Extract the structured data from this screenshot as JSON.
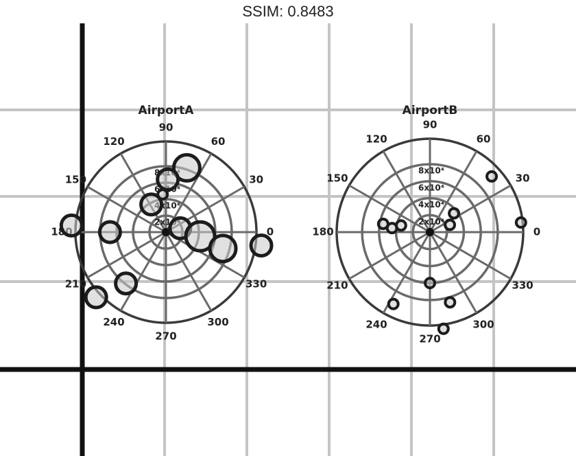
{
  "header": {
    "title": "SSIM: 0.8483"
  },
  "chart_data": [
    {
      "type": "scatter",
      "subtype": "polar",
      "title": "AirportA",
      "angular_ticks": [
        "0",
        "30",
        "60",
        "90",
        "120",
        "150",
        "180",
        "210",
        "240",
        "270",
        "300",
        "330"
      ],
      "radial_ticks": [
        "2x10⁴",
        "4x10⁴",
        "6x10⁴",
        "8x10⁴"
      ],
      "radial_range": [
        0,
        110000
      ],
      "points": [
        {
          "theta": 72,
          "r": 82000,
          "size": 3
        },
        {
          "theta": 88,
          "r": 64000,
          "size": 2
        },
        {
          "theta": 95,
          "r": 46000,
          "size": 1
        },
        {
          "theta": 118,
          "r": 38000,
          "size": 2
        },
        {
          "theta": 15,
          "r": 18000,
          "size": 2
        },
        {
          "theta": 353,
          "r": 42000,
          "size": 4
        },
        {
          "theta": 352,
          "r": 117000,
          "size": 2
        },
        {
          "theta": 344,
          "r": 72000,
          "size": 3
        },
        {
          "theta": 176,
          "r": 115000,
          "size": 2
        },
        {
          "theta": 180,
          "r": 68000,
          "size": 2
        },
        {
          "theta": 232,
          "r": 79000,
          "size": 2
        },
        {
          "theta": 223,
          "r": 116000,
          "size": 2
        }
      ]
    },
    {
      "type": "scatter",
      "subtype": "polar",
      "title": "AirportB",
      "angular_ticks": [
        "0",
        "30",
        "60",
        "90",
        "120",
        "150",
        "180",
        "210",
        "240",
        "270",
        "300",
        "330"
      ],
      "radial_ticks": [
        "2x10⁴",
        "4x10⁴",
        "6x10⁴",
        "8x10⁴"
      ],
      "radial_range": [
        0,
        110000
      ],
      "points": [
        {
          "theta": 42,
          "r": 98000,
          "size": 1
        },
        {
          "theta": 6,
          "r": 108000,
          "size": 1
        },
        {
          "theta": 38,
          "r": 36000,
          "size": 1
        },
        {
          "theta": 20,
          "r": 25000,
          "size": 1
        },
        {
          "theta": 170,
          "r": 56000,
          "size": 1
        },
        {
          "theta": 174,
          "r": 45000,
          "size": 1
        },
        {
          "theta": 167,
          "r": 35000,
          "size": 1
        },
        {
          "theta": 270,
          "r": 60000,
          "size": 1
        },
        {
          "theta": 243,
          "r": 95000,
          "size": 1
        },
        {
          "theta": 286,
          "r": 86000,
          "size": 1
        },
        {
          "theta": 278,
          "r": 115000,
          "size": 1
        }
      ]
    }
  ]
}
